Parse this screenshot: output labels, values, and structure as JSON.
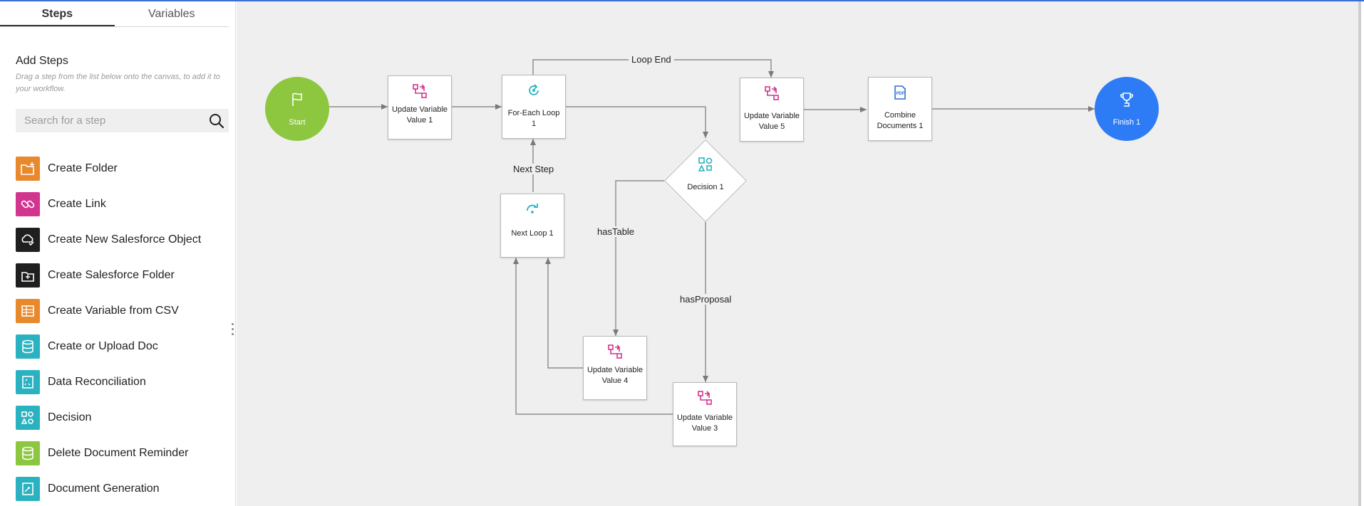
{
  "sidebar": {
    "tabs": [
      {
        "label": "Steps",
        "active": true
      },
      {
        "label": "Variables",
        "active": false
      }
    ],
    "add_title": "Add Steps",
    "add_hint": "Drag a step from the list below onto the canvas, to add it to your workflow.",
    "search": {
      "placeholder": "Search for a step",
      "value": ""
    },
    "items": [
      {
        "label": "Create Folder",
        "icon": "create-folder-icon",
        "color": "#e8892e"
      },
      {
        "label": "Create Link",
        "icon": "link-icon",
        "color": "#d2358f"
      },
      {
        "label": "Create New Salesforce Object",
        "icon": "salesforce-object-icon",
        "color": "#1f1f1f"
      },
      {
        "label": "Create Salesforce Folder",
        "icon": "salesforce-folder-icon",
        "color": "#1f1f1f"
      },
      {
        "label": "Create Variable from CSV",
        "icon": "csv-table-icon",
        "color": "#e8892e"
      },
      {
        "label": "Create or Upload Doc",
        "icon": "database-icon",
        "color": "#2bb2c0"
      },
      {
        "label": "Data Reconciliation",
        "icon": "reconcile-icon",
        "color": "#2bb2c0"
      },
      {
        "label": "Decision",
        "icon": "decision-shapes-icon",
        "color": "#2bb2c0"
      },
      {
        "label": "Delete Document Reminder",
        "icon": "database-icon",
        "color": "#8dc63f"
      },
      {
        "label": "Document Generation",
        "icon": "document-generation-icon",
        "color": "#2bb2c0"
      }
    ]
  },
  "canvas": {
    "start": {
      "label": "Start",
      "color": "#8dc63f",
      "icon": "flag-icon"
    },
    "finish": {
      "label": "Finish 1",
      "color": "#2d7cf6",
      "icon": "trophy-icon"
    },
    "nodes": {
      "uvv1": {
        "label": "Update Variable Value 1",
        "icon": "update-variable-icon"
      },
      "foreach": {
        "label": "For-Each Loop 1",
        "icon": "loop-icon"
      },
      "uvv5": {
        "label": "Update Variable Value 5",
        "icon": "update-variable-icon"
      },
      "combine": {
        "label": "Combine Documents 1",
        "icon": "pdf-icon"
      },
      "decision": {
        "label": "Decision 1",
        "icon": "decision-shapes-icon"
      },
      "nextloop": {
        "label": "Next Loop 1",
        "icon": "next-loop-icon"
      },
      "uvv4": {
        "label": "Update Variable Value 4",
        "icon": "update-variable-icon"
      },
      "uvv3": {
        "label": "Update Variable Value 3",
        "icon": "update-variable-icon"
      }
    },
    "edge_labels": {
      "loop_end": "Loop End",
      "next_step": "Next Step",
      "has_table": "hasTable",
      "has_proposal": "hasProposal"
    },
    "colors": {
      "variable": "#d2358f",
      "loop": "#2bb2c0",
      "pdf": "#2d6fd6",
      "wire": "#7a7a7a"
    }
  }
}
